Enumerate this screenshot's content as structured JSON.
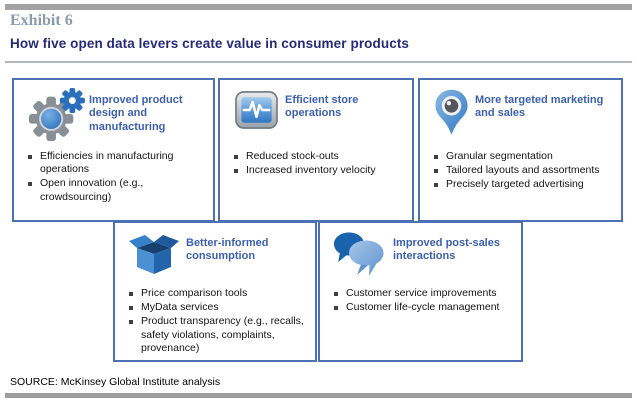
{
  "exhibit_label": "Exhibit 6",
  "title": "How five open data levers create value in consumer products",
  "source": "SOURCE: McKinsey Global Institute analysis",
  "colors": {
    "box_border": "#4b70b6",
    "box_title_blue": "#3c5fae",
    "page_title_navy": "#252a78",
    "exhibit_label_gray": "#8c98ac",
    "divider_gray": "#a2a2a2",
    "icon_blue": "#2f77c2",
    "icon_gray": "#898f96"
  },
  "boxes": [
    {
      "icon": "gears-icon",
      "title": "Improved product design and manufacturing",
      "items": [
        "Efficiencies in manufacturing operations",
        "Open innovation (e.g., crowdsourcing)"
      ]
    },
    {
      "icon": "monitor-pulse-icon",
      "title": "Efficient store operations",
      "items": [
        "Reduced stock-outs",
        "Increased inventory velocity"
      ]
    },
    {
      "icon": "map-pin-icon",
      "title": "More targeted marketing and sales",
      "items": [
        "Granular segmentation",
        "Tailored  layouts and assortments",
        "Precisely targeted advertising"
      ]
    },
    {
      "icon": "open-box-icon",
      "title": "Better-informed consumption",
      "items": [
        "Price comparison tools",
        "MyData services",
        "Product transparency (e.g., recalls, safety violations, complaints, provenance)"
      ]
    },
    {
      "icon": "speech-bubbles-icon",
      "title": "Improved post-sales interactions",
      "items": [
        "Customer service improvements",
        "Customer life-cycle management"
      ]
    }
  ]
}
